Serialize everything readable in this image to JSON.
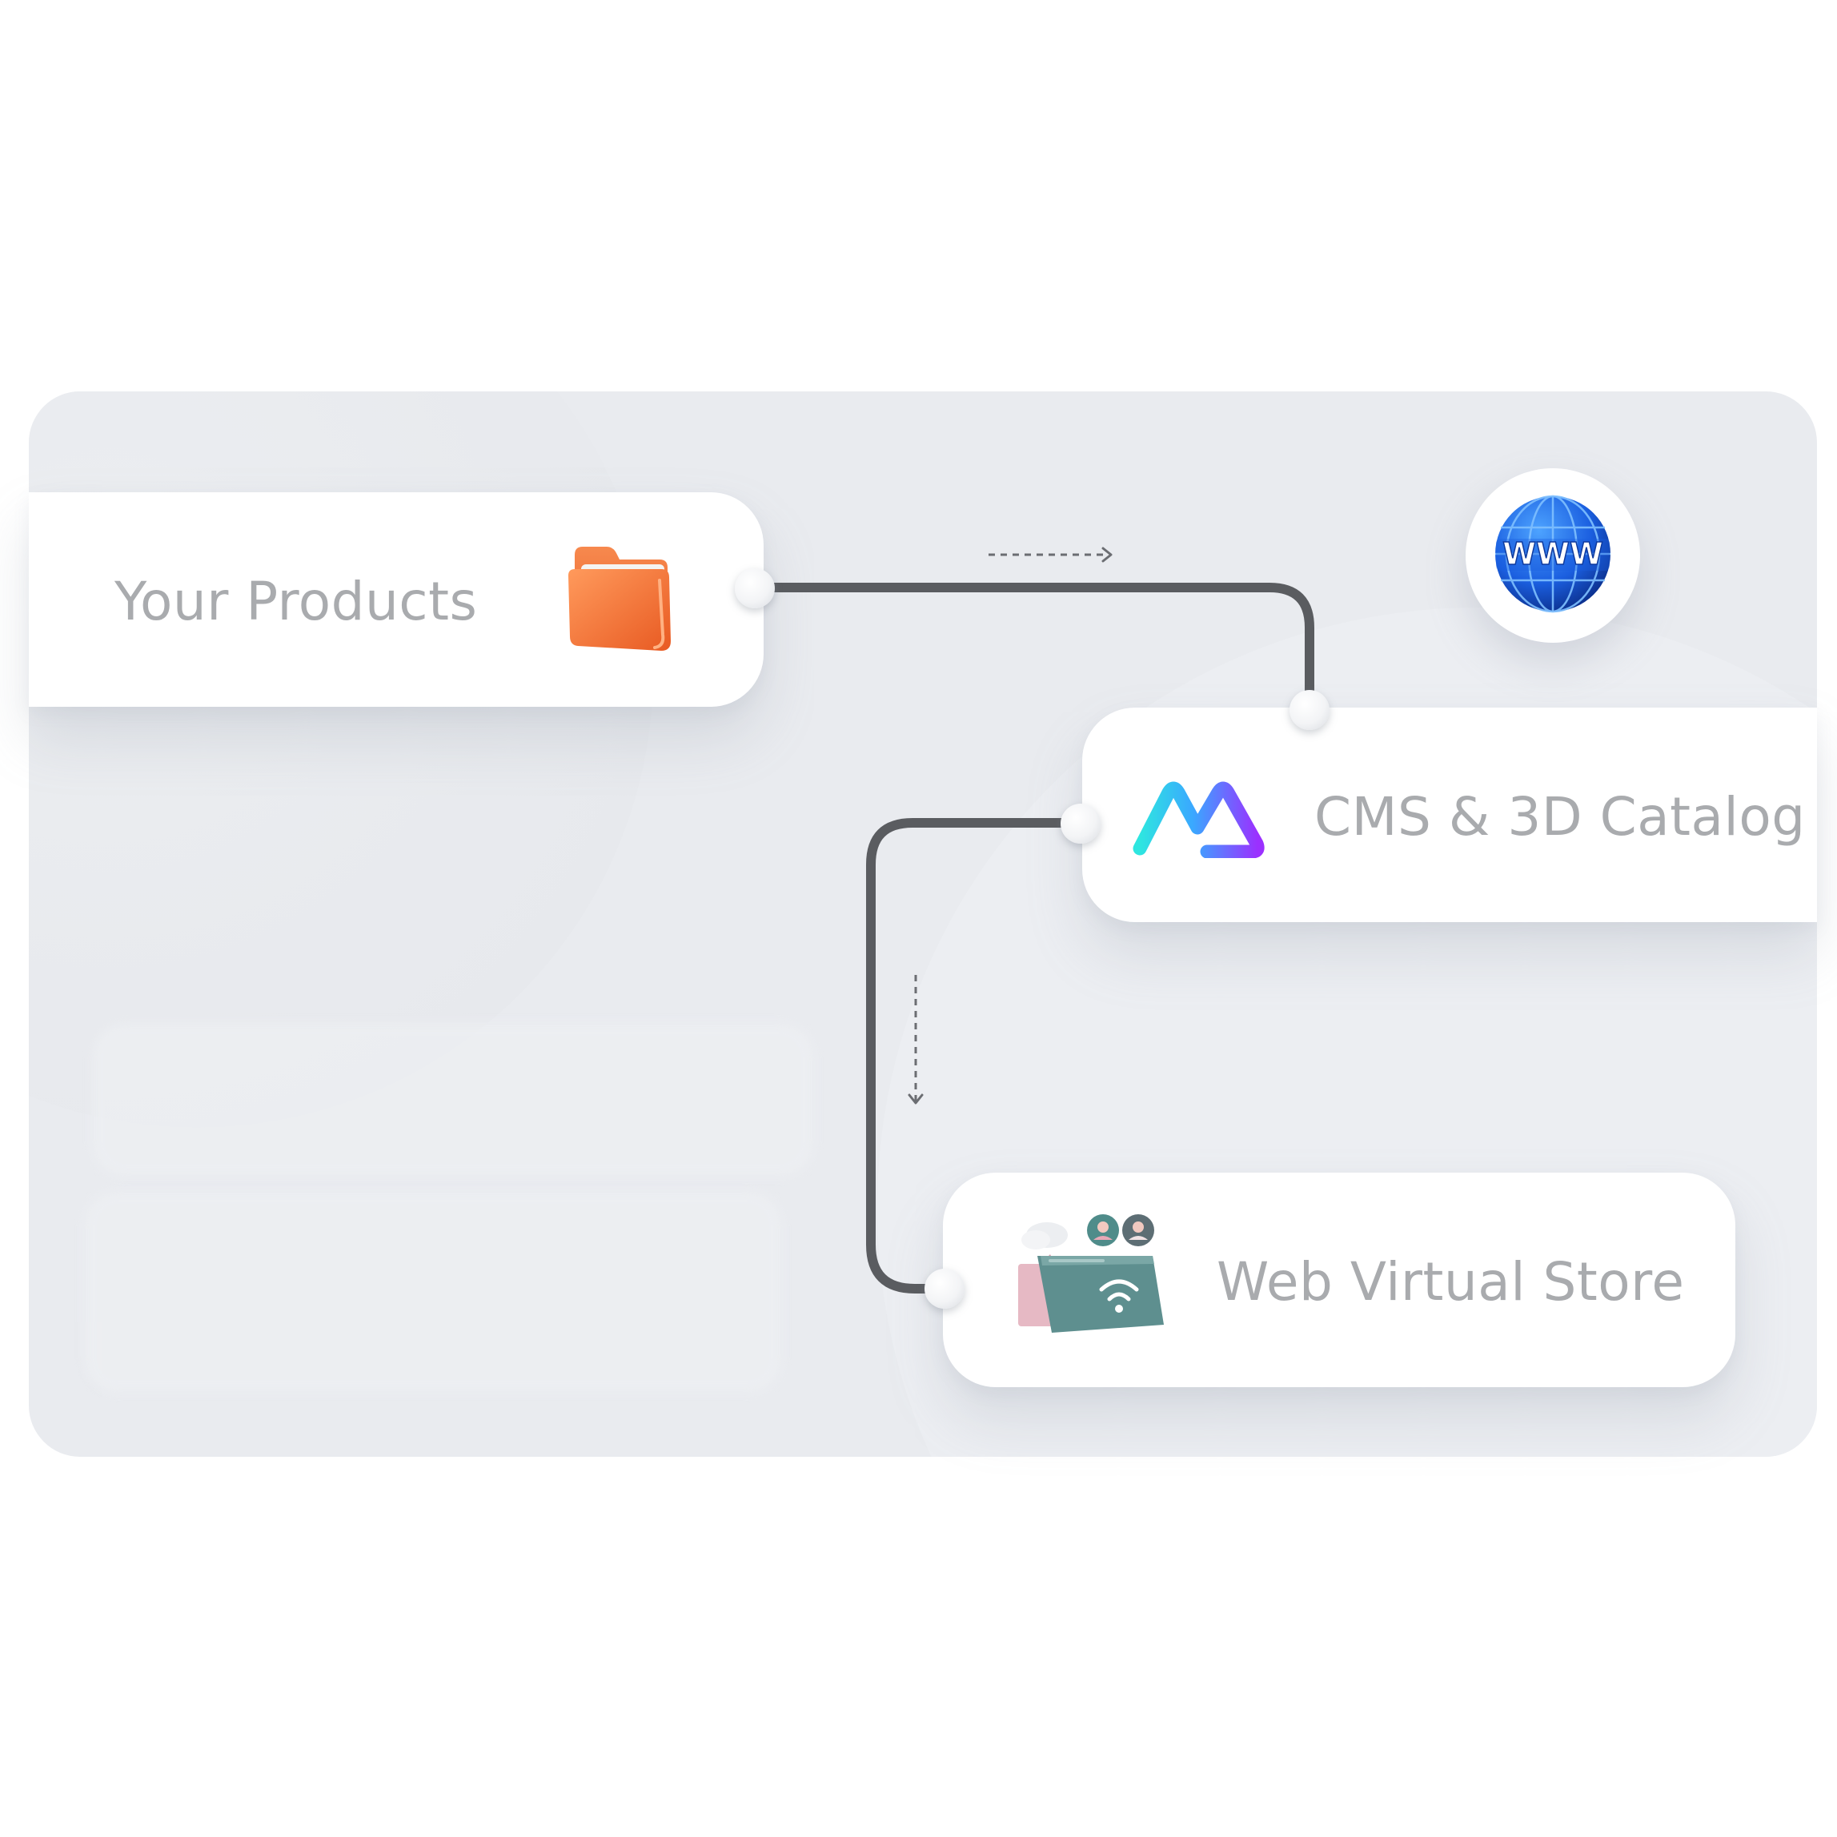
{
  "diagram": {
    "nodes": [
      {
        "id": "products",
        "label": "Your Products",
        "icon": "folder-icon"
      },
      {
        "id": "cms",
        "label": "CMS & 3D Catalog",
        "icon": "logo-icon"
      },
      {
        "id": "store",
        "label": "Web Virtual Store",
        "icon": "virtual-store-icon"
      }
    ],
    "badge": {
      "icon": "www-globe-icon",
      "text": "WWW"
    },
    "edges": [
      {
        "from": "products",
        "to": "cms"
      },
      {
        "from": "cms",
        "to": "store"
      }
    ]
  },
  "colors": {
    "panel": "#e9ebef",
    "card": "#ffffff",
    "label": "#a9abae",
    "connector": "#5a5c60",
    "folder": "#f0723a",
    "logo_start": "#2ee6e0",
    "logo_end": "#9b30ff",
    "globe": "#1b5fe0"
  }
}
